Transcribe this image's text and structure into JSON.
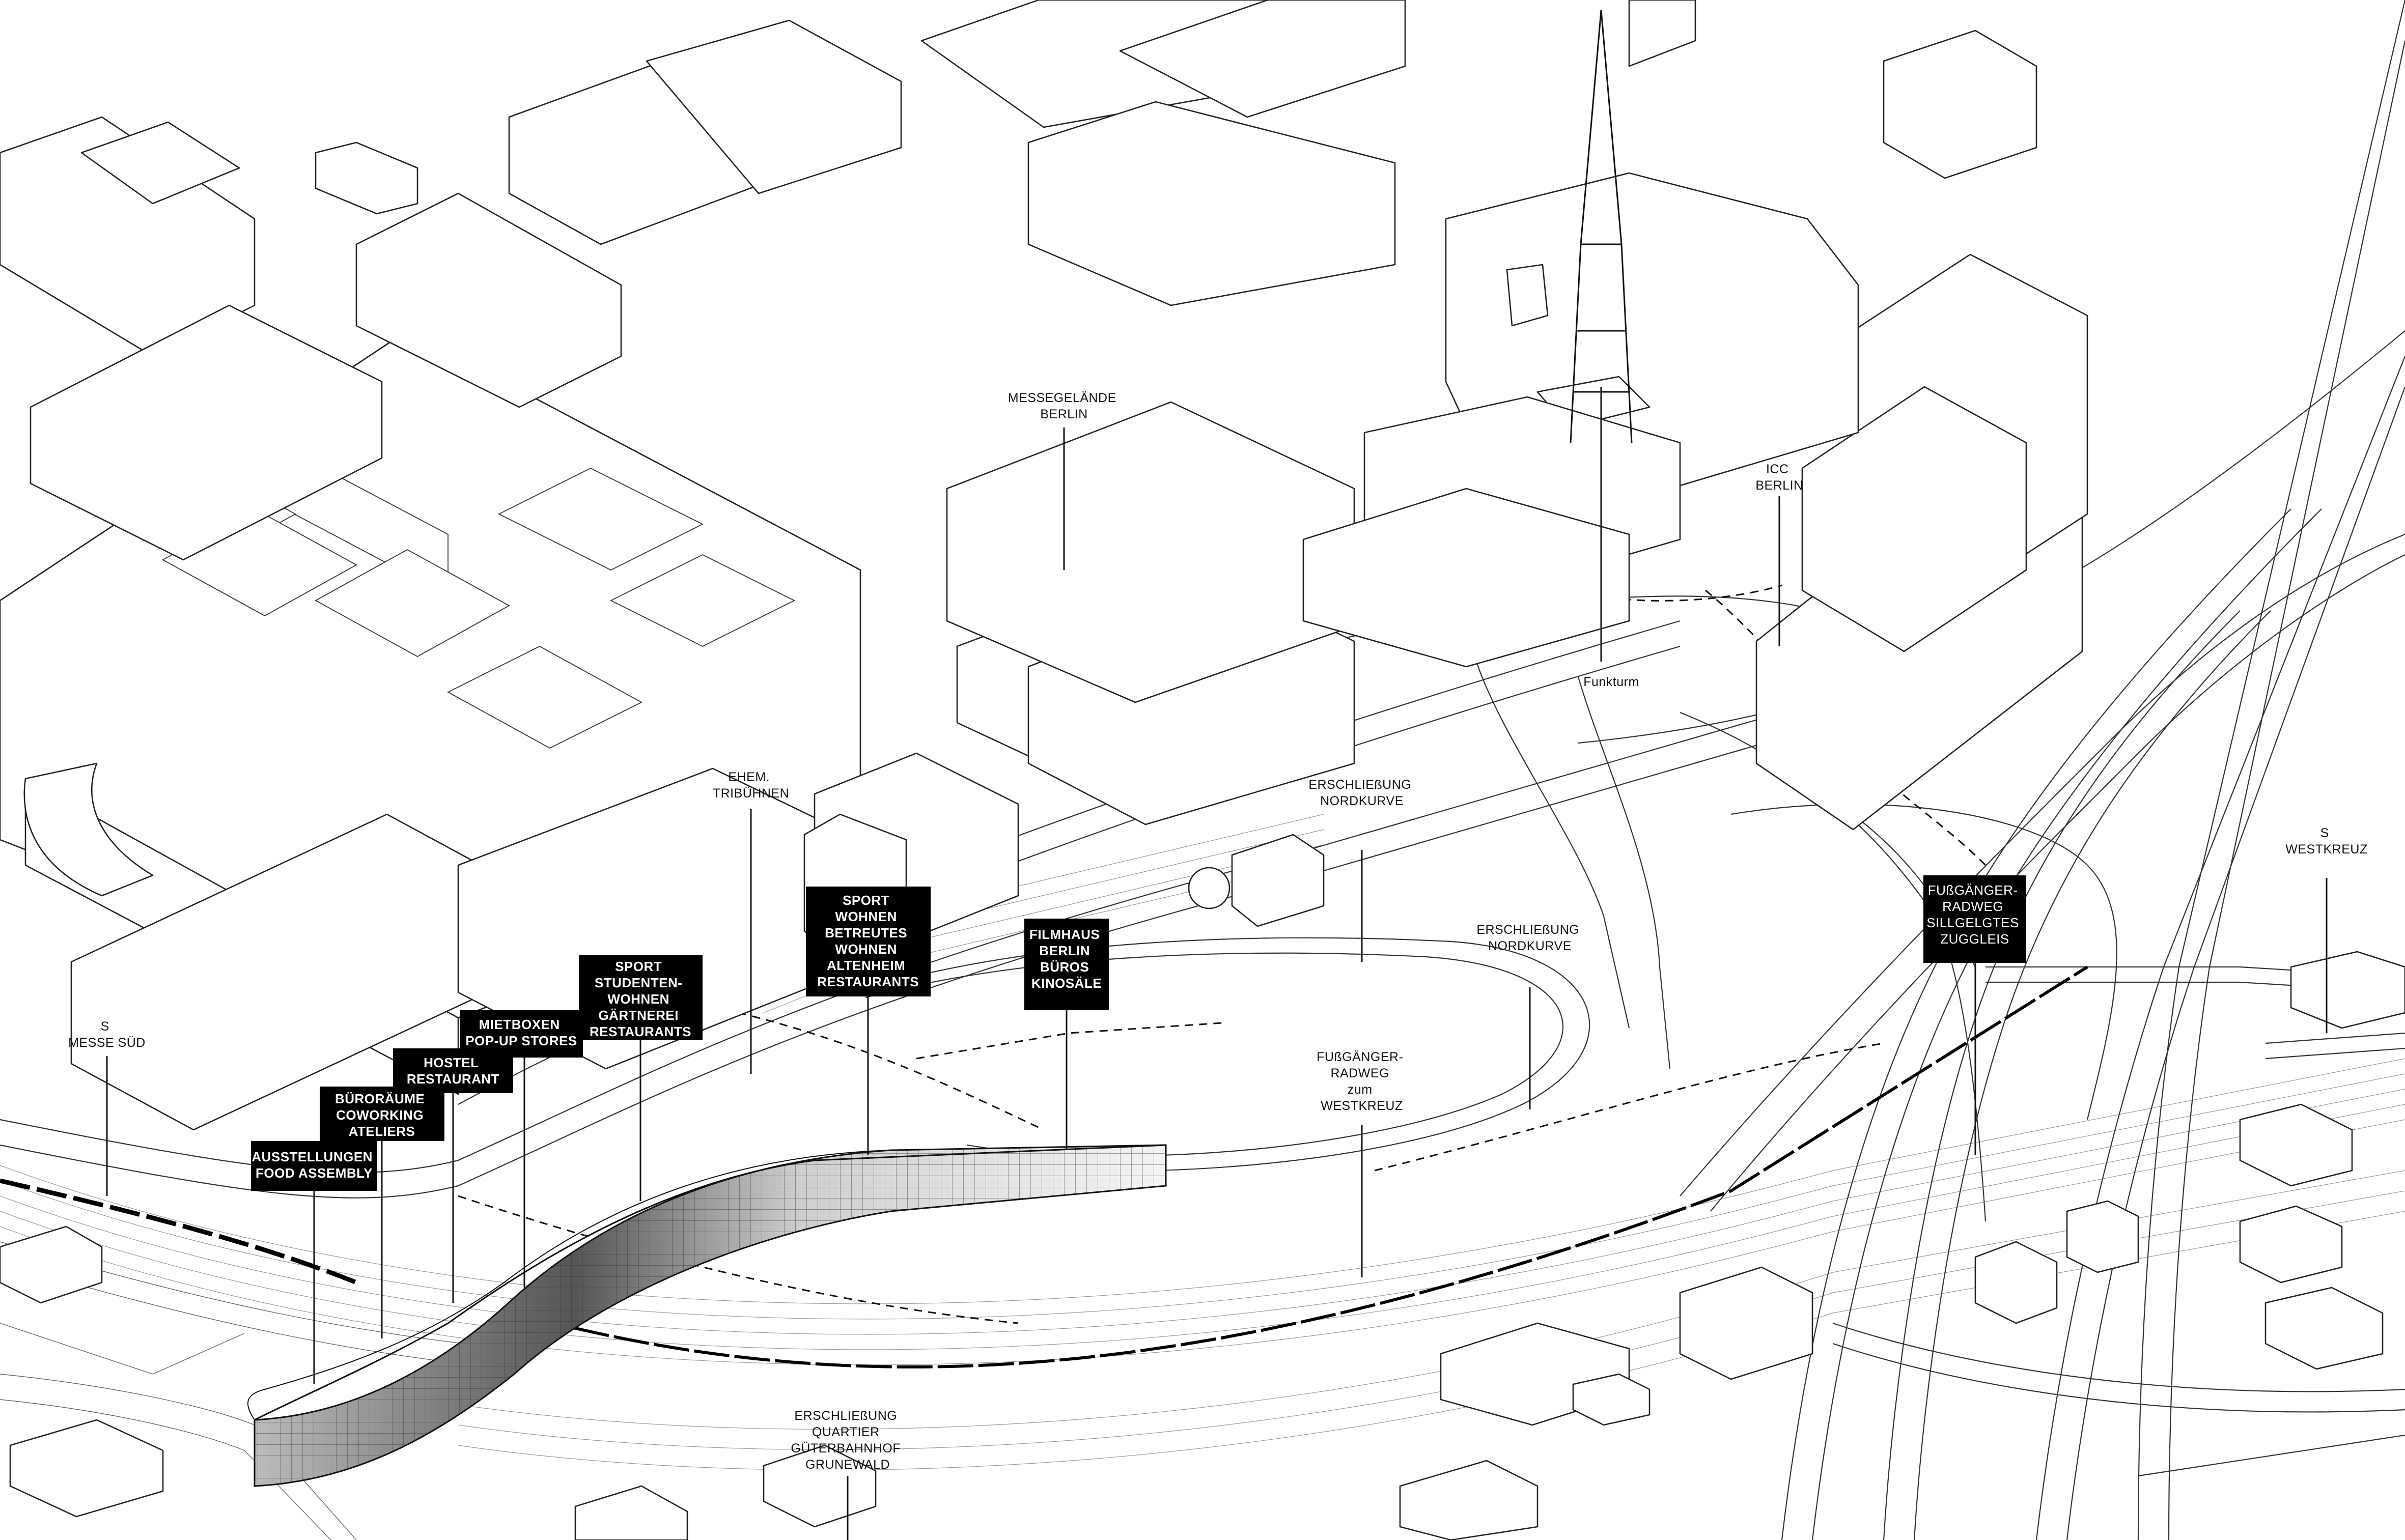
{
  "labels": {
    "messegelaende": [
      "MESSEGELÄNDE",
      "BERLIN"
    ],
    "icc": [
      "ICC",
      "BERLIN"
    ],
    "funkturm": [
      "Funkturm"
    ],
    "tribuehnen": [
      "EHEM.",
      "TRIBÜHNEN"
    ],
    "nordkurve_1": [
      "ERSCHLIEßUNG",
      "NORDKURVE"
    ],
    "nordkurve_2": [
      "ERSCHLIEßUNG",
      "NORDKURVE"
    ],
    "westkreuz_station": [
      "S",
      "WESTKREUZ"
    ],
    "messe_sued": [
      "S",
      "MESSE SÜD"
    ],
    "radweg_westkreuz": [
      "FUßGÄNGER-",
      "RADWEG",
      "zum",
      "WESTKREUZ"
    ],
    "quartier": [
      "ERSCHLIEßUNG",
      "QUARTIER",
      "GÜTERBAHNHOF",
      "GRUNEWALD"
    ]
  },
  "programs": {
    "ausstellungen": [
      "AUSSTELLUNGEN",
      "FOOD ASSEMBLY"
    ],
    "bueroraeume": [
      "BÜRORÄUME",
      "COWORKING",
      "ATELIERS"
    ],
    "hostel": [
      "HOSTEL",
      "RESTAURANT"
    ],
    "mietboxen": [
      "MIETBOXEN",
      "POP-UP STORES"
    ],
    "sport_studenten": [
      "SPORT",
      "STUDENTEN-",
      "WOHNEN",
      "GÄRTNEREI",
      "RESTAURANTS"
    ],
    "sport_wohnen": [
      "SPORT",
      "WOHNEN",
      "BETREUTES",
      "WOHNEN",
      "ALTENHEIM",
      "RESTAURANTS"
    ],
    "filmhaus": [
      "FILMHAUS",
      "BERLIN",
      "BÜROS",
      "KINOSÄLE"
    ],
    "radweg_zuggleis": [
      "FUßGÄNGER-",
      "RADWEG",
      "SILLGELGTES",
      "ZUGGLEIS"
    ]
  }
}
